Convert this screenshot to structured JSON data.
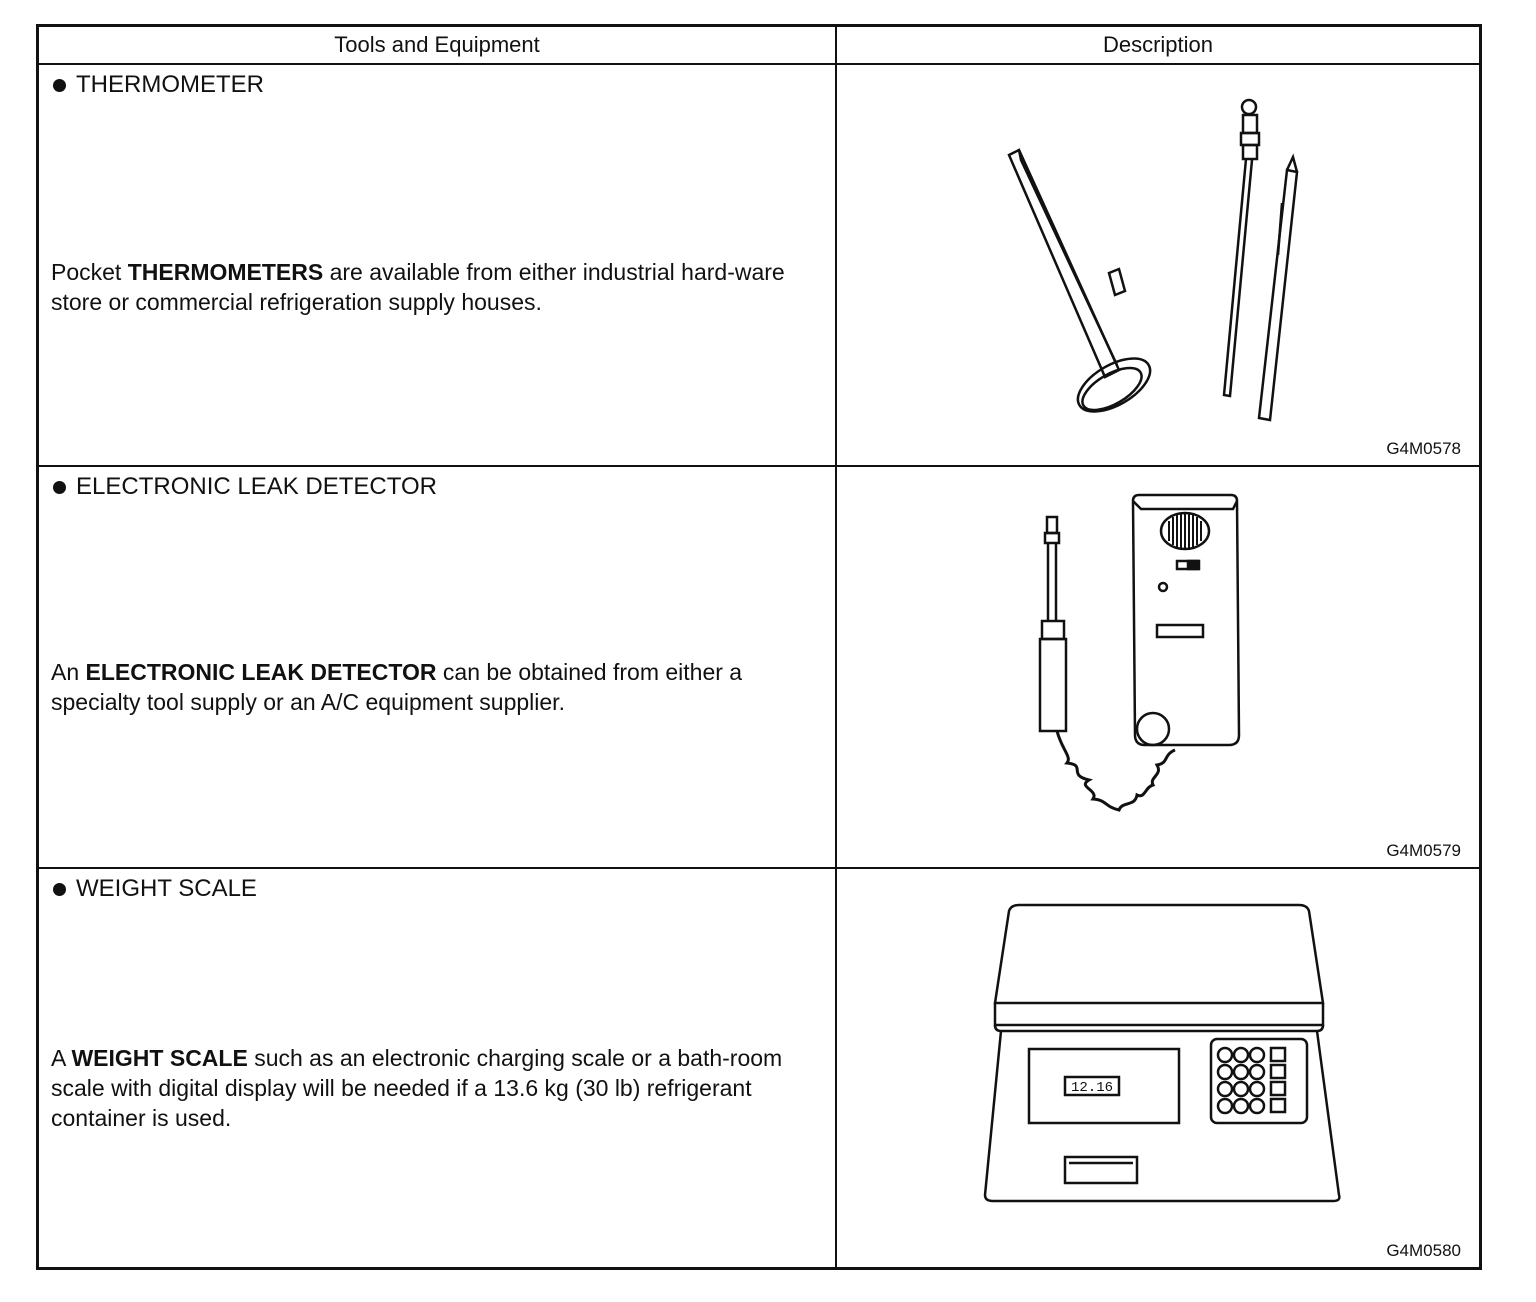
{
  "table": {
    "headers": {
      "tools": "Tools and Equipment",
      "description": "Description"
    },
    "rows": [
      {
        "title": "THERMOMETER",
        "desc_pre": "Pocket ",
        "desc_bold": "THERMOMETERS",
        "desc_post": " are available from either industrial hard-ware store or commercial refrigeration supply houses.",
        "figure_code": "G4M0578",
        "figure_icon": "thermometers-illustration"
      },
      {
        "title": "ELECTRONIC LEAK DETECTOR",
        "desc_pre": "An ",
        "desc_bold": "ELECTRONIC LEAK DETECTOR",
        "desc_post": " can be obtained from either a specialty tool supply or an A/C equipment supplier.",
        "figure_code": "G4M0579",
        "figure_icon": "leak-detector-illustration"
      },
      {
        "title": "WEIGHT SCALE",
        "desc_pre": "A ",
        "desc_bold": "WEIGHT SCALE",
        "desc_post": " such as an electronic charging scale or a bath-room scale with digital display will be needed if a 13.6 kg (30 lb) refrigerant container is used.",
        "figure_code": "G4M0580",
        "figure_icon": "weight-scale-illustration",
        "display_reading": "12.16"
      }
    ]
  }
}
